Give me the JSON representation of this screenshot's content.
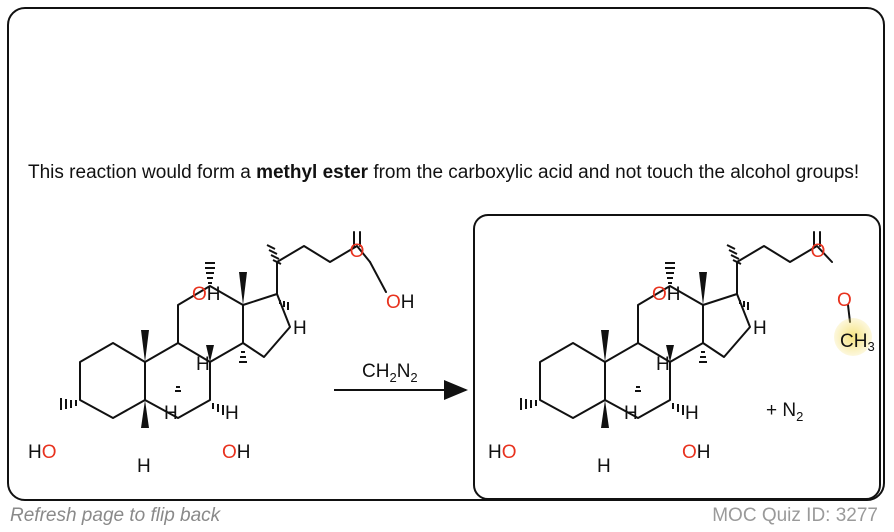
{
  "explanation": {
    "prefix": "This reaction would form a ",
    "emphasis": "methyl ester",
    "suffix": " from the carboxylic acid and not touch the alcohol groups!"
  },
  "reagent": {
    "main": "CH",
    "sub1": "2",
    "mid": "N",
    "sub2": "2"
  },
  "reactant_labels": {
    "oh_c12": "OH",
    "oh_c3": "HO",
    "oh_c7": "OH",
    "acid_o": "O",
    "acid_oh": "OH",
    "h_c17": "H",
    "h_c8": "H",
    "h_c9": "H",
    "h_c14": "H",
    "h_c5": "H"
  },
  "product_labels": {
    "oh_c12": "OH",
    "oh_c3": "HO",
    "oh_c7": "OH",
    "ester_o_double": "O",
    "ester_o": "O",
    "methyl": "CH",
    "methyl_sub": "3",
    "h_c17": "H",
    "h_c8": "H",
    "h_c9": "H",
    "h_c14": "H",
    "h_c5": "H"
  },
  "byproduct": {
    "plus": "+ N",
    "sub": "2"
  },
  "footer": {
    "left": "Refresh page to flip back",
    "right": "MOC Quiz ID: 3277"
  },
  "colors": {
    "heteroatom": "#e8321e",
    "highlight": "#f5e27a",
    "border": "#111111"
  }
}
